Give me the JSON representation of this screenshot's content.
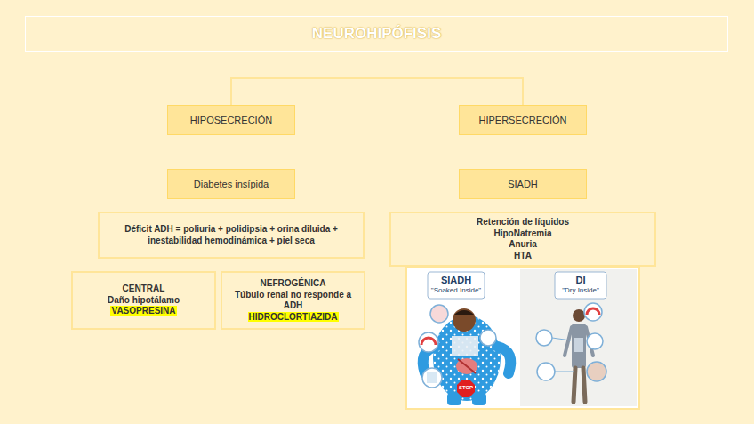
{
  "diagram": {
    "title": "NEUROHIPÓFISIS",
    "nodes": [
      {
        "text": [
          "HIPOSECRECIÓN"
        ]
      },
      {
        "text": [
          "HIPERSECRECIÓN"
        ]
      },
      {
        "text": [
          "Diabetes insípida"
        ]
      },
      {
        "text": [
          "SIADH"
        ]
      },
      {
        "text": [
          "Déficit ADH = poliuria + polidipsia + orina diluida + inestabilidad hemodinámica + piel seca"
        ]
      },
      {
        "text": [
          "Retención de líquidos",
          "HipoNatremia",
          "Anuria",
          "HTA"
        ]
      },
      {
        "text": [
          "CENTRAL",
          "Daño hipotálamo",
          "VASOPRESINA"
        ]
      },
      {
        "text": [
          "NEFROGÉNICA",
          "Túbulo renal no responde a ADH",
          "HIDROCLORTIAZIDA"
        ]
      }
    ],
    "edges": [
      {
        "from": 0,
        "to": 1,
        "arrow": "none"
      }
    ],
    "labels": [
      "SIADH",
      "\"Soaked Inside\"",
      "DI",
      "\"Dry Inside\"",
      "STOP"
    ]
  }
}
